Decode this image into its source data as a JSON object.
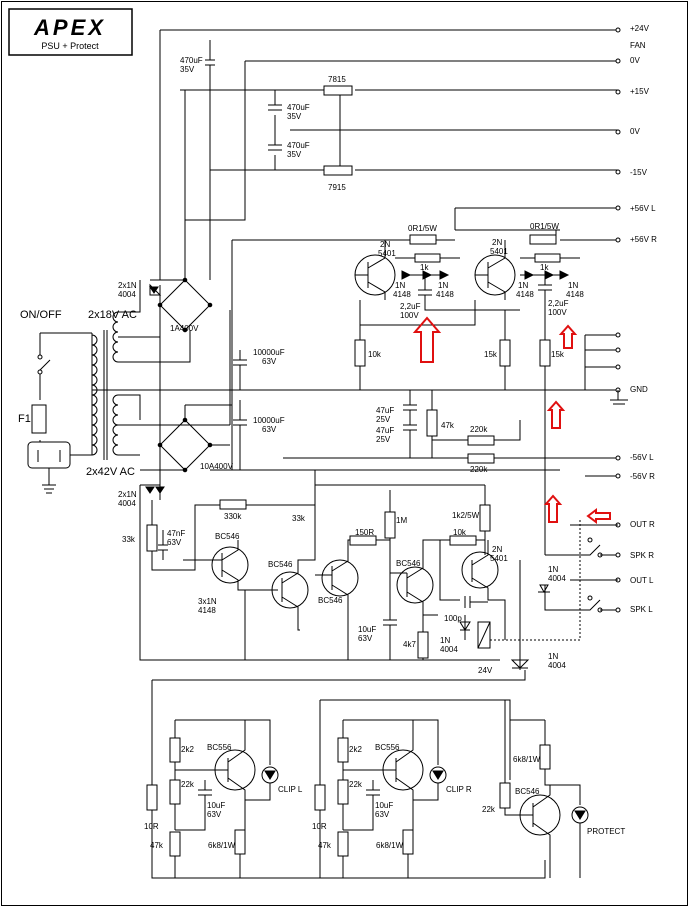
{
  "logo": {
    "brand": "APEX",
    "subtitle": "PSU + Protect"
  },
  "nets": {
    "p24": "+24V",
    "fan": "FAN",
    "fan0": "0V",
    "p15": "+15V",
    "z0": "0V",
    "m15": "-15V",
    "p56l": "+56V L",
    "p56r": "+56V R",
    "gnd": "GND",
    "m56l": "-56V L",
    "m56r": "-56V R",
    "outr": "OUT R",
    "spkr": "SPK R",
    "outl": "OUT L",
    "spkl": "SPK L"
  },
  "labels": {
    "onoff": "ON/OFF",
    "f1": "F1",
    "ac18": "2x18V AC",
    "ac42": "2x42V AC",
    "c470a": "470uF",
    "c470a_v": "35V",
    "c470b": "470uF",
    "c470b_v": "35V",
    "c470c": "470uF",
    "c470c_v": "35V",
    "u7815": "7815",
    "u7915": "7915",
    "d1a": "2x1N",
    "d1b": "4004",
    "br1": "1A400V",
    "c10ka": "10000uF",
    "c10ka_v": "63V",
    "c10kb": "10000uF",
    "c10kb_v": "63V",
    "br2": "10A400V",
    "d2a": "2x1N",
    "d2b": "4004",
    "r0r1l": "0R1/5W",
    "r0r1r": "0R1/5W",
    "ql_a": "2N",
    "ql_b": "5401",
    "qr_a": "2N",
    "qr_b": "5401",
    "r1kl": "1k",
    "r1kr": "1k",
    "d4148a": "1N",
    "d4148b": "4148",
    "d4148c": "1N",
    "d4148d": "4148",
    "d4148e": "1N",
    "d4148f": "4148",
    "d4148g": "1N",
    "d4148h": "4148",
    "c22l": "2,2uF",
    "c22l_v": "100V",
    "c22r": "2,2uF",
    "c22r_v": "100V",
    "r10k": "10k",
    "r15ka": "15k",
    "r15kb": "15k",
    "c47a": "47uF",
    "c47a_v": "25V",
    "c47b": "47uF",
    "c47b_v": "25V",
    "r47k": "47k",
    "r220ka": "220k",
    "r220kb": "220k",
    "r33ka": "33k",
    "r330k": "330k",
    "c47n": "47nF",
    "c47n_v": "63V",
    "q546a": "BC546",
    "d3x": "3x1N",
    "d3x_b": "4148",
    "q546b": "BC546",
    "r33kb": "33k",
    "q546c": "BC546",
    "r150": "150R",
    "r1m": "1M",
    "c10uf": "10uF",
    "c10uf_v": "63V",
    "q546d": "BC546",
    "r4k7": "4k7",
    "d1n_a": "1N",
    "d1n_b": "4004",
    "r1k2": "1k2/5W",
    "r10kb": "10k",
    "q5401": "2N",
    "q5401_b": "5401",
    "c100p": "100p",
    "relay": "24V",
    "d1n2a": "1N",
    "d1n2b": "4004",
    "d1n3a": "1N",
    "d1n3b": "4004",
    "r2k2a": "2k2",
    "q556a": "BC556",
    "r22ka": "22k",
    "c10l": "10uF",
    "c10l_v": "63V",
    "r10ra": "10R",
    "r47ka": "47k",
    "r6k8a": "6k8/1W",
    "clipl": "CLIP L",
    "r2k2b": "2k2",
    "q556b": "BC556",
    "r22kb": "22k",
    "c10r": "10uF",
    "c10r_v": "63V",
    "r10rb": "10R",
    "r47kb": "47k",
    "r6k8b": "6k8/1W",
    "clipr": "CLIP R",
    "r6k8c": "6k8/1W",
    "q546e": "BC546",
    "r22kc": "22k",
    "protect": "PROTECT"
  },
  "colors": {
    "ink": "#000000",
    "arrow": "#e01010",
    "paper": "#ffffff"
  },
  "annotations": {
    "arrow_count": 5,
    "arrow_icon": "red-outline-arrow"
  }
}
